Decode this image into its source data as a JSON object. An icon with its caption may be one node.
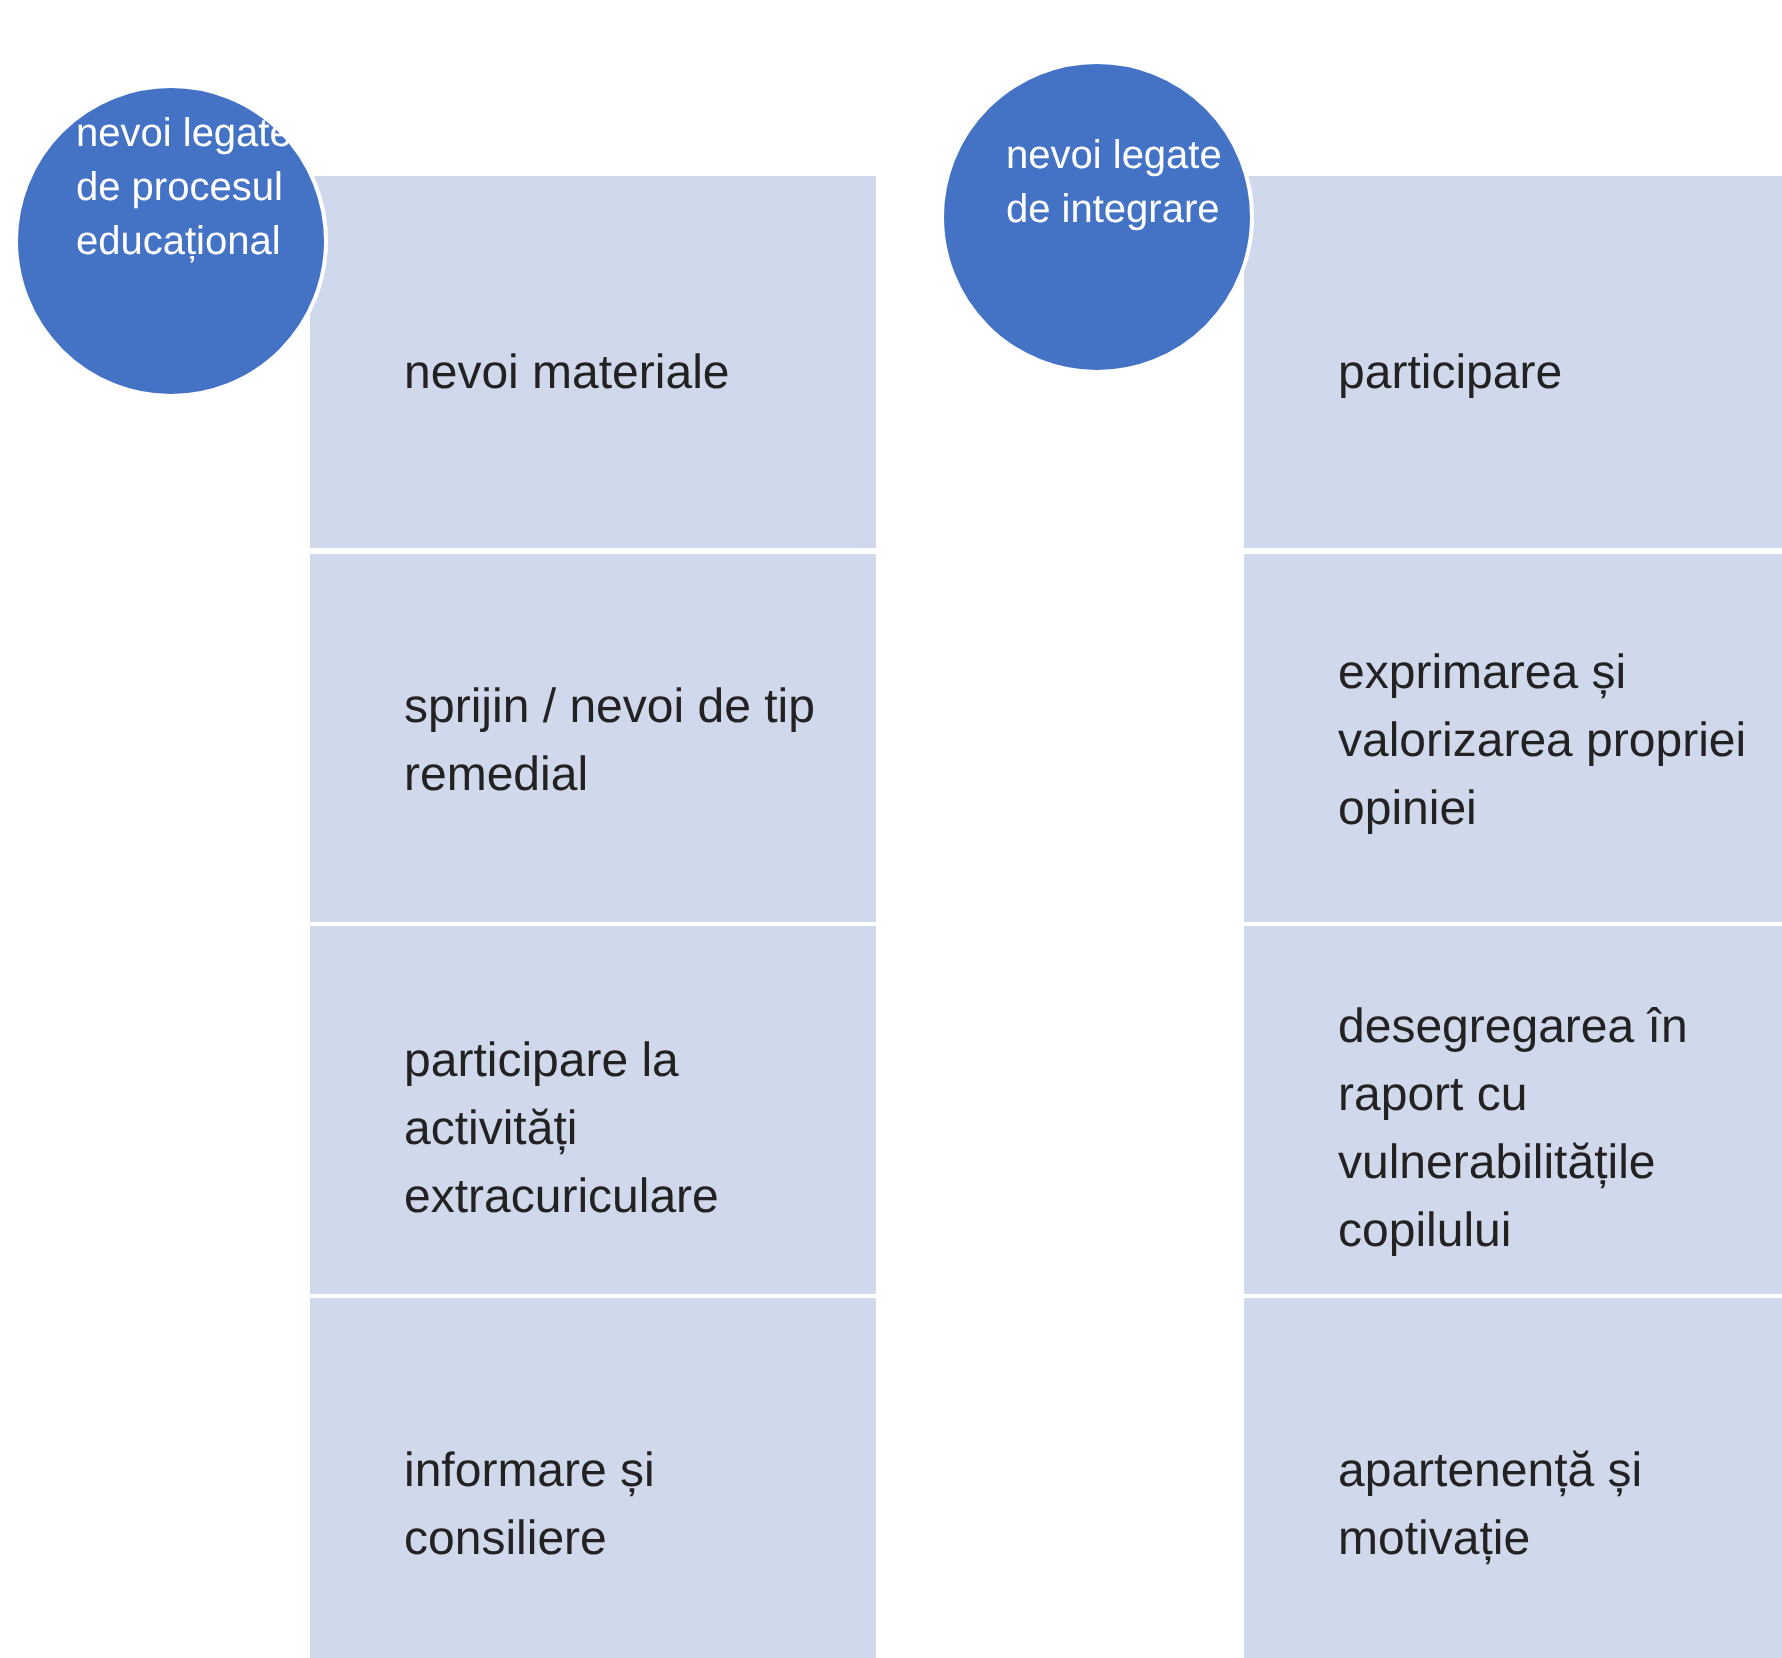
{
  "diagram": {
    "nodes": [
      {
        "text": [
          "nevoi legate de procesul educațional"
        ]
      },
      {
        "text": [
          "nevoi materiale"
        ]
      },
      {
        "text": [
          "sprijin / nevoi de tip remedial"
        ]
      },
      {
        "text": [
          "participare la activități extracuriculare"
        ]
      },
      {
        "text": [
          "informare și consiliere"
        ]
      },
      {
        "text": [
          "nevoi legate de integrare"
        ]
      },
      {
        "text": [
          "participare"
        ]
      },
      {
        "text": [
          "exprimarea și valorizarea propriei opiniei"
        ]
      },
      {
        "text": [
          "desegregarea în raport cu vulnerabilitățile copilului"
        ]
      },
      {
        "text": [
          "apartenență și motivație"
        ]
      }
    ]
  }
}
